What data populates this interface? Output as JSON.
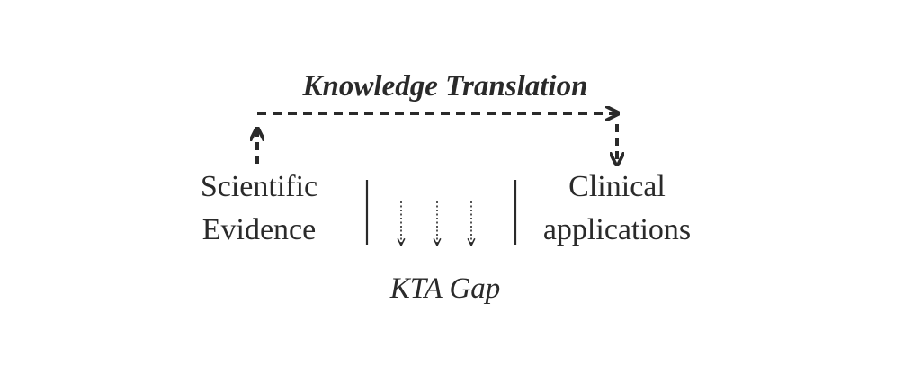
{
  "diagram": {
    "title": "Knowledge Translation",
    "source_node": {
      "line1": "Scientific",
      "line2": "Evidence"
    },
    "target_node": {
      "line1": "Clinical",
      "line2": "applications"
    },
    "gap_label": "KTA Gap",
    "colors": {
      "ink": "#2a2a2a",
      "background": "#ffffff"
    }
  }
}
